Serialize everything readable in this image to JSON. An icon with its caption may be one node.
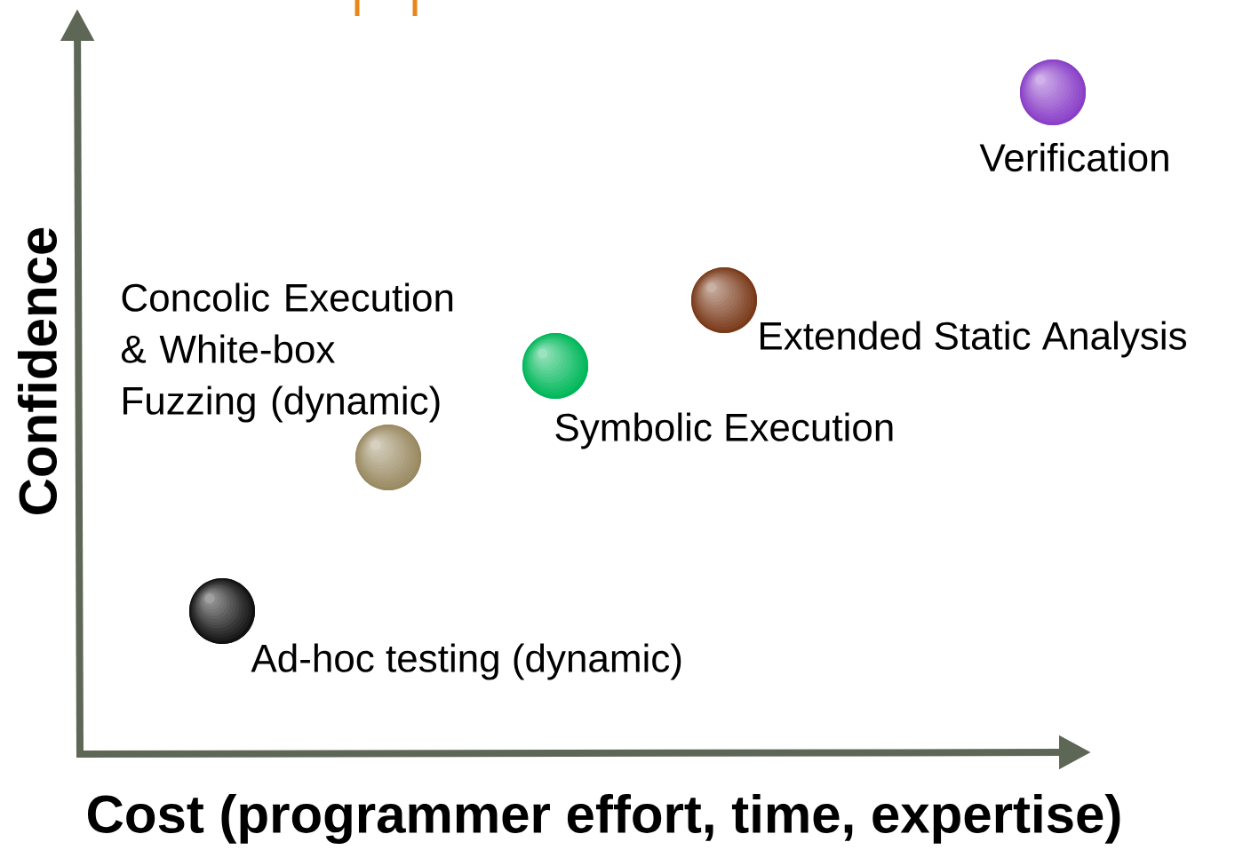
{
  "diagram": {
    "nodes": [
      {
        "text": [],
        "shape": "circle",
        "beside": [
          "Verification"
        ]
      },
      {
        "text": [],
        "shape": "circle",
        "beside": [
          "Extended Static Analysis"
        ]
      },
      {
        "text": [],
        "shape": "circle",
        "beside": [
          "Symbolic Execution"
        ]
      },
      {
        "text": [],
        "shape": "circle",
        "beside": [
          "Concolic Execution & White-box Fuzzing (dynamic)"
        ]
      },
      {
        "text": [],
        "shape": "circle",
        "beside": [
          "Ad-hoc testing (dynamic)"
        ]
      }
    ],
    "labels": [
      "Confidence",
      "Cost (programmer effort, time, expertise)"
    ]
  }
}
